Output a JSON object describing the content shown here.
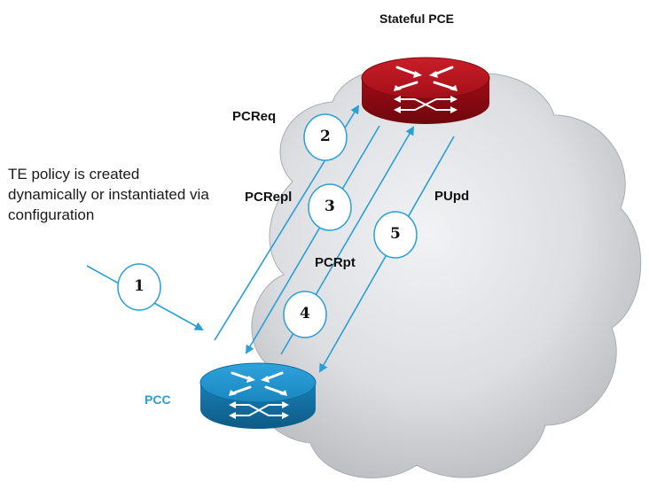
{
  "nodes": {
    "pce_label": "Stateful PCE",
    "pcc_label": "PCC"
  },
  "description": "TE policy is created dynamically or instantiated via configuration",
  "messages": {
    "pcreq": "PCReq",
    "pcrepl": "PCRepl",
    "pcrpt": "PCRpt",
    "pupd": "PUpd"
  },
  "steps": [
    "1",
    "2",
    "3",
    "4",
    "5"
  ],
  "colors": {
    "arrow": "#2a9fd6",
    "pce_router": "#b3121b",
    "pcc_router": "#1f8ec9",
    "pcc_label": "#2a9fd6",
    "cloud": "#dfe1e4"
  },
  "icons": [
    "cloud-icon",
    "pce-router-icon",
    "pcc-router-icon"
  ]
}
